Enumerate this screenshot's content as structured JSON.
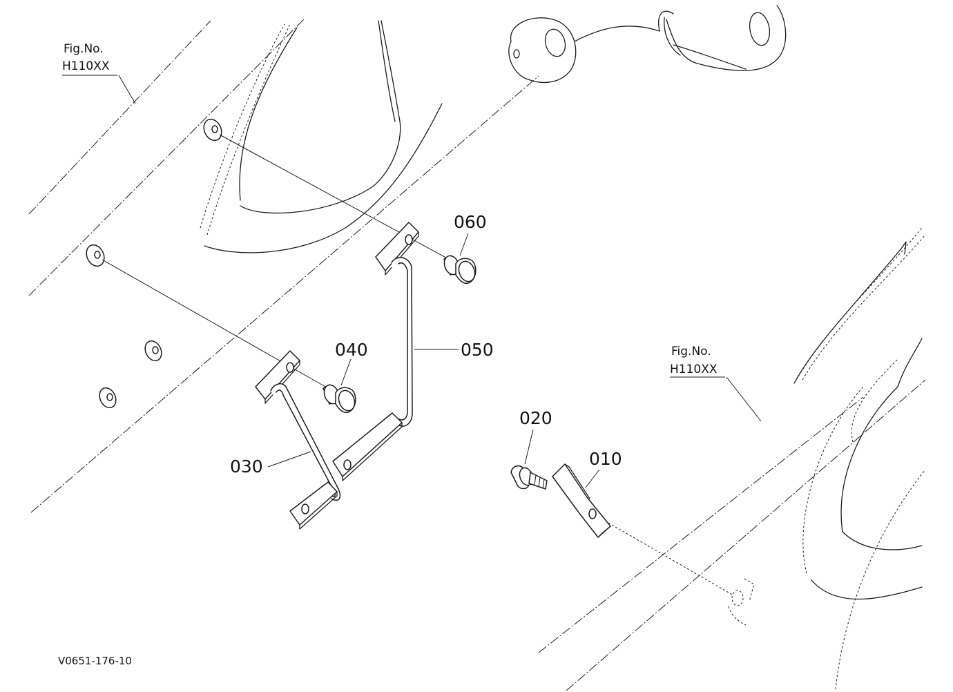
{
  "figure_refs": [
    {
      "line1": "Fig.No.",
      "line2": "H110XX"
    },
    {
      "line1": "Fig.No.",
      "line2": "H110XX"
    }
  ],
  "part_labels": {
    "p010": "010",
    "p020": "020",
    "p030": "030",
    "p040": "040",
    "p050": "050",
    "p060": "060"
  },
  "drawing_code": "V0651-176-10"
}
